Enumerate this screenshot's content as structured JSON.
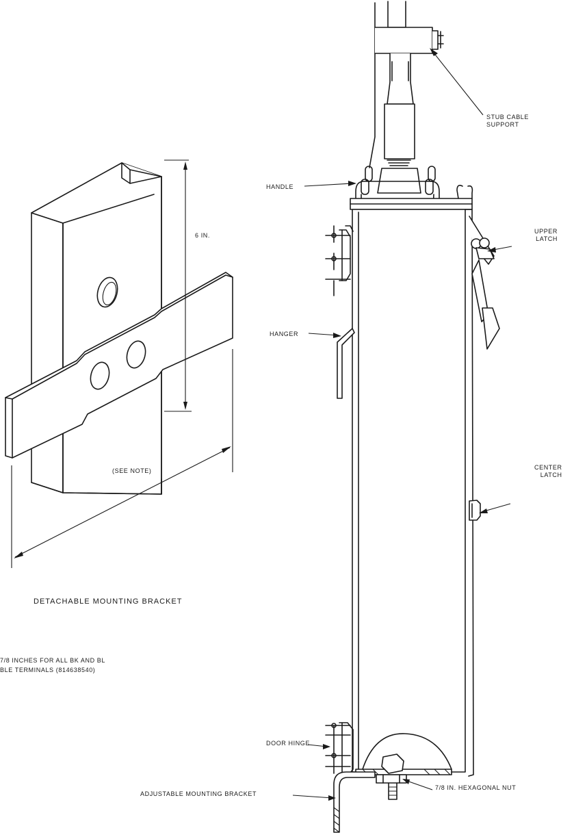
{
  "labels": {
    "stub_cable_support": "STUB CABLE\nSUPPORT",
    "handle": "HANDLE",
    "upper_latch": "UPPER\nLATCH",
    "hanger": "HANGER",
    "center_latch": "CENTER\nLATCH",
    "door_hinge": "DOOR HINGE",
    "adjustable_mounting_bracket": "ADJUSTABLE MOUNTING BRACKET",
    "hex_nut": "7/8 IN. HEXAGONAL NUT",
    "dimension_6in": "6 IN.",
    "see_note": "(SEE NOTE)",
    "detachable_title": "DETACHABLE MOUNTING BRACKET",
    "note_line1": "7/8 INCHES FOR ALL BK AND BL",
    "note_line2": "BLE TERMINALS (814638540)"
  },
  "colors": {
    "ink": "#1a1a1a",
    "paper": "#ffffff"
  }
}
